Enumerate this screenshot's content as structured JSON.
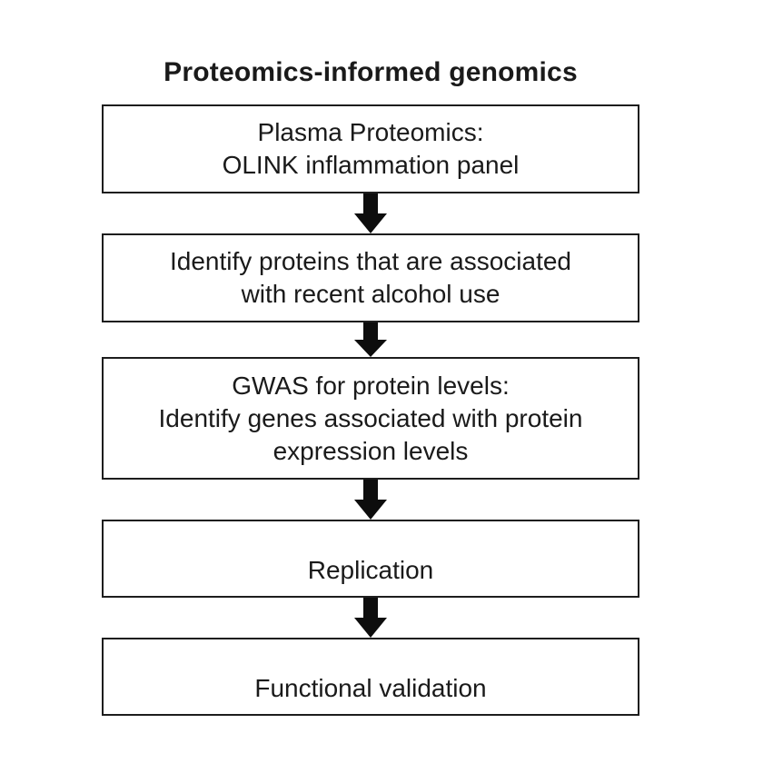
{
  "title": "Proteomics-informed genomics",
  "flowchart": {
    "type": "vertical-flow",
    "steps": [
      {
        "id": "plasma-proteomics",
        "lines": [
          "Plasma Proteomics:",
          "OLINK inflammation panel"
        ]
      },
      {
        "id": "identify-proteins",
        "lines": [
          "Identify proteins that are associated",
          "with recent alcohol use"
        ]
      },
      {
        "id": "gwas-protein-levels",
        "lines": [
          "GWAS for protein levels:",
          "Identify genes associated with protein",
          "expression levels"
        ]
      },
      {
        "id": "replication",
        "lines": [
          "Replication"
        ]
      },
      {
        "id": "functional-validation",
        "lines": [
          "Functional validation"
        ]
      }
    ],
    "connector": "down-arrow"
  },
  "colors": {
    "background": "#ffffff",
    "box_border": "#1d1d1d",
    "box_fill": "#ffffff",
    "arrow": "#0d0d0d",
    "text": "#1a1a1a"
  }
}
